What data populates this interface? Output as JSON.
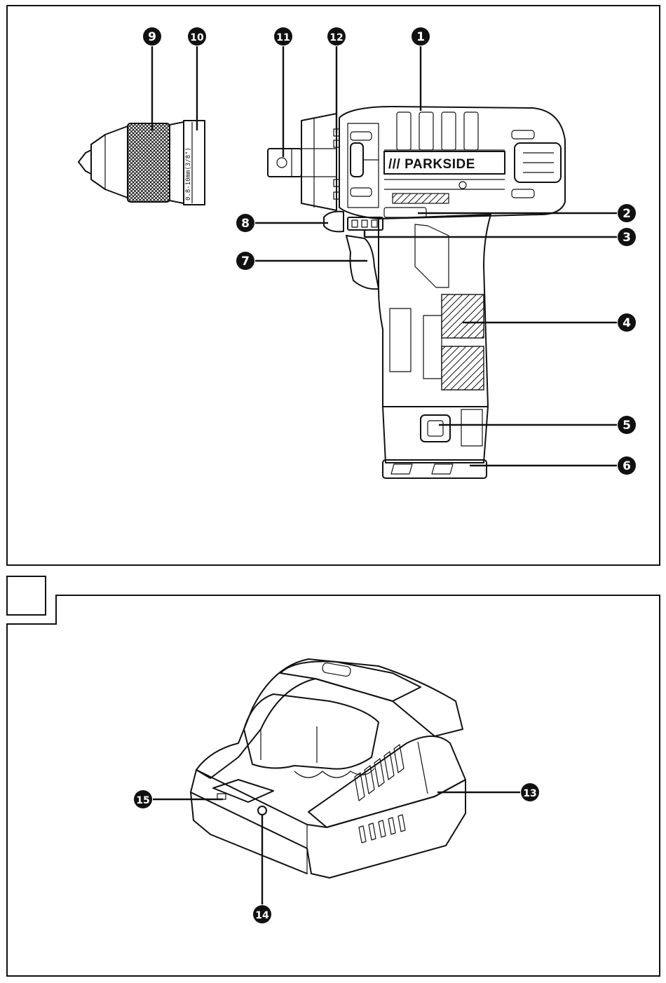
{
  "figure1": {
    "brand": "/// PARKSIDE",
    "chuck_marking": "0.8-10mm(3/8\")",
    "callouts": [
      {
        "id": "c1",
        "label": "1"
      },
      {
        "id": "c2",
        "label": "2"
      },
      {
        "id": "c3",
        "label": "3"
      },
      {
        "id": "c4",
        "label": "4"
      },
      {
        "id": "c5",
        "label": "5"
      },
      {
        "id": "c6",
        "label": "6"
      },
      {
        "id": "c7",
        "label": "7"
      },
      {
        "id": "c8",
        "label": "8"
      },
      {
        "id": "c9",
        "label": "9"
      },
      {
        "id": "c10",
        "label": "10"
      },
      {
        "id": "c11",
        "label": "11"
      },
      {
        "id": "c12",
        "label": "12"
      }
    ]
  },
  "figure2": {
    "tab_label": "",
    "callouts": [
      {
        "id": "c13",
        "label": "13"
      },
      {
        "id": "c14",
        "label": "14"
      },
      {
        "id": "c15",
        "label": "15"
      }
    ]
  }
}
